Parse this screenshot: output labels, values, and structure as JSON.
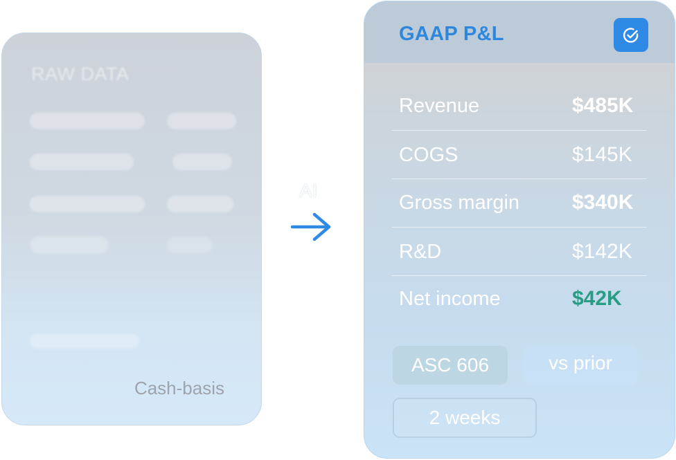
{
  "raw_card": {
    "title": "RAW DATA",
    "footer": "Cash-basis"
  },
  "transform": {
    "label": "AI",
    "arrow_icon": "arrow-right-icon",
    "arrow_color": "#2f8ae6"
  },
  "pl_card": {
    "title": "GAAP P&L",
    "status_icon": "check-circle-icon",
    "rows": [
      {
        "label": "Revenue",
        "value": "$485K"
      },
      {
        "label": "COGS",
        "value": "$145K"
      },
      {
        "label": "Gross margin",
        "value": "$340K"
      },
      {
        "label": "R&D",
        "value": "$142K"
      },
      {
        "label": "Net income",
        "value": "$42K"
      }
    ],
    "chips": [
      "ASC 606",
      "vs prior",
      "2 weeks"
    ]
  },
  "colors": {
    "accent": "#2f8ae6",
    "positive": "#2a9c86"
  }
}
